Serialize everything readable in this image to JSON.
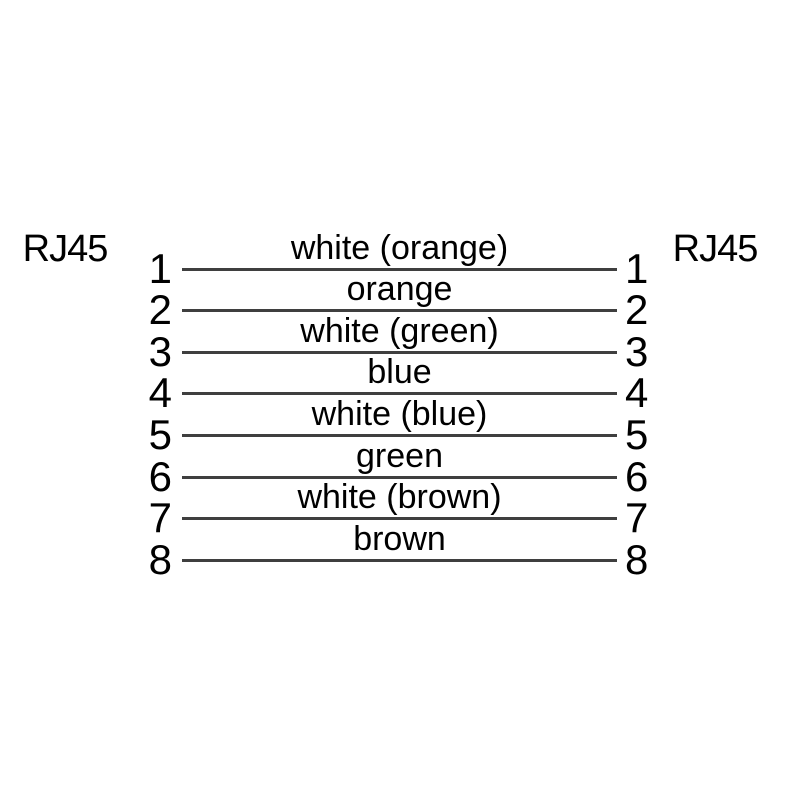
{
  "diagram": {
    "left_connector": "RJ45",
    "right_connector": "RJ45",
    "pins": [
      {
        "number": "1",
        "wire": "white (orange)"
      },
      {
        "number": "2",
        "wire": "orange"
      },
      {
        "number": "3",
        "wire": "white (green)"
      },
      {
        "number": "4",
        "wire": "blue"
      },
      {
        "number": "5",
        "wire": "white (blue)"
      },
      {
        "number": "6",
        "wire": "green"
      },
      {
        "number": "7",
        "wire": "white (brown)"
      },
      {
        "number": "8",
        "wire": "brown"
      }
    ]
  },
  "colors": {
    "background": "#ffffff",
    "line": "#3f3f3f",
    "text": "#000000"
  }
}
